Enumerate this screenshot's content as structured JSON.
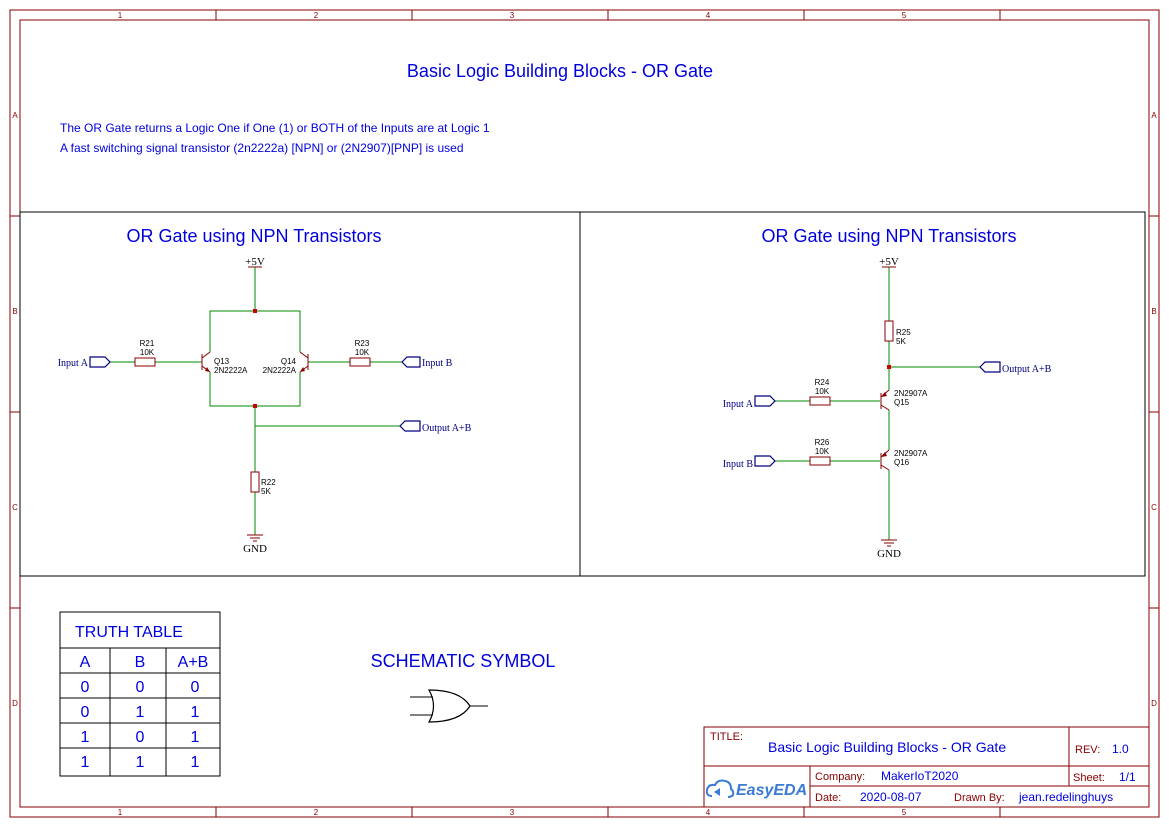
{
  "header": {
    "title": "Basic Logic Building Blocks - OR Gate",
    "desc_line1": "The OR Gate returns a Logic One if One (1) or BOTH of the Inputs are at Logic 1",
    "desc_line2": "A fast switching signal transistor (2n2222a) [NPN] or (2N2907)[PNP] is used"
  },
  "grid": {
    "cols": [
      "1",
      "2",
      "3",
      "4",
      "5"
    ],
    "rows": [
      "A",
      "B",
      "C",
      "D"
    ]
  },
  "left_panel": {
    "title": "OR Gate using NPN Transistors",
    "vcc": "+5V",
    "gnd": "GND",
    "input_a": "Input A",
    "input_b": "Input B",
    "output": "Output A+B",
    "r21": {
      "ref": "R21",
      "value": "10K"
    },
    "r23": {
      "ref": "R23",
      "value": "10K"
    },
    "r22": {
      "ref": "R22",
      "value": "5K"
    },
    "q13": {
      "ref": "Q13",
      "part": "2N2222A"
    },
    "q14": {
      "ref": "Q14",
      "part": "2N2222A"
    }
  },
  "right_panel": {
    "title": "OR Gate using NPN Transistors",
    "vcc": "+5V",
    "gnd": "GND",
    "input_a": "Input A",
    "input_b": "Input B",
    "output": "Output A+B",
    "r25": {
      "ref": "R25",
      "value": "5K"
    },
    "r24": {
      "ref": "R24",
      "value": "10K"
    },
    "r26": {
      "ref": "R26",
      "value": "10K"
    },
    "q15": {
      "ref": "Q15",
      "part": "2N2907A"
    },
    "q16": {
      "ref": "Q16",
      "part": "2N2907A"
    }
  },
  "truth_table": {
    "title": "TRUTH TABLE",
    "headers": [
      "A",
      "B",
      "A+B"
    ],
    "rows": [
      [
        "0",
        "0",
        "0"
      ],
      [
        "0",
        "1",
        "1"
      ],
      [
        "1",
        "0",
        "1"
      ],
      [
        "1",
        "1",
        "1"
      ]
    ]
  },
  "symbol": {
    "title": "SCHEMATIC SYMBOL"
  },
  "title_block": {
    "title_label": "TITLE:",
    "title_value": "Basic Logic Building Blocks - OR Gate",
    "rev_label": "REV:",
    "rev_value": "1.0",
    "company_label": "Company:",
    "company_value": "MakerIoT2020",
    "sheet_label": "Sheet:",
    "sheet_value": "1/1",
    "date_label": "Date:",
    "date_value": "2020-08-07",
    "drawn_label": "Drawn By:",
    "drawn_value": "jean.redelinghuys",
    "logo_text": "EasyEDA"
  },
  "colors": {
    "frame": "#880000",
    "wire": "#008800",
    "text_blue": "#0000dd",
    "net_navy": "#000080",
    "junction": "#cc0000"
  }
}
